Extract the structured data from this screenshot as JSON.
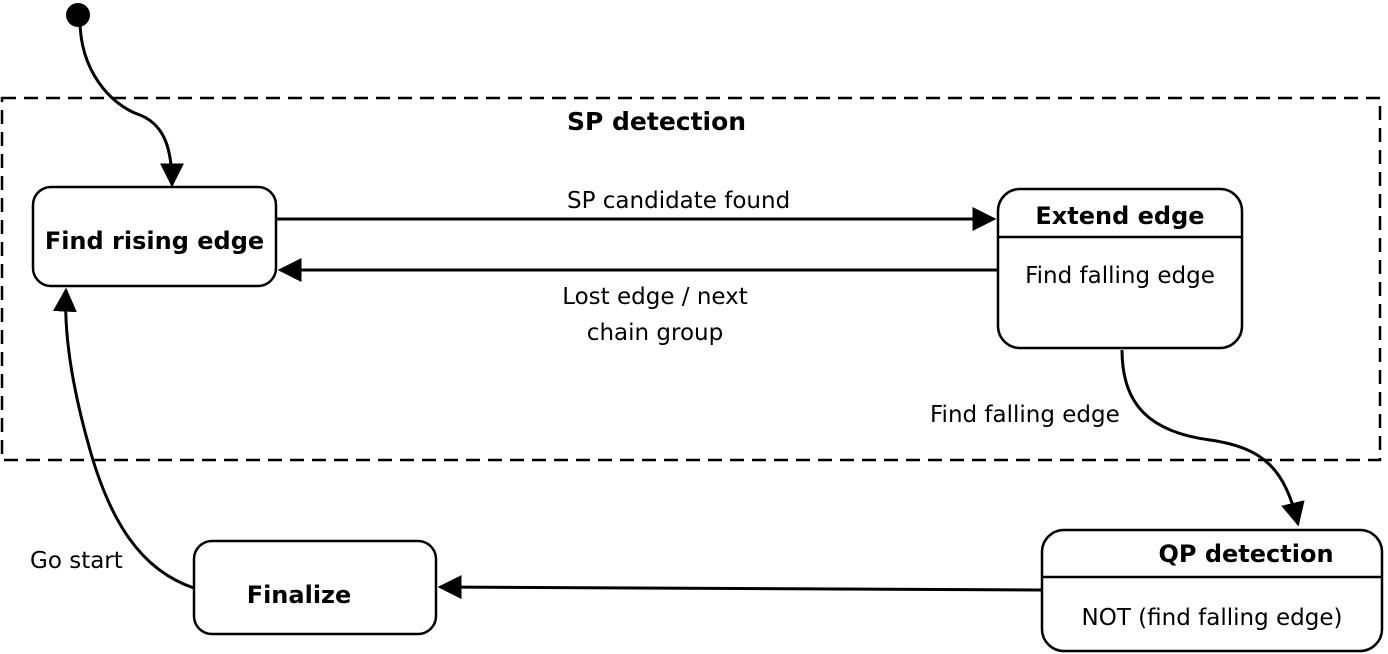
{
  "group": {
    "title": "SP detection"
  },
  "states": {
    "find_rising_edge": {
      "label": "Find rising edge"
    },
    "extend_edge": {
      "title": "Extend edge",
      "body": "Find falling edge"
    },
    "qp_detection": {
      "title": "QP detection",
      "body": "NOT (find falling edge)"
    },
    "finalize": {
      "label": "Finalize"
    }
  },
  "transitions": {
    "sp_candidate_found": "SP candidate found",
    "lost_edge_line1": "Lost edge / next",
    "lost_edge_line2": "chain group",
    "find_falling_edge": "Find falling edge",
    "go_start": "Go start"
  }
}
